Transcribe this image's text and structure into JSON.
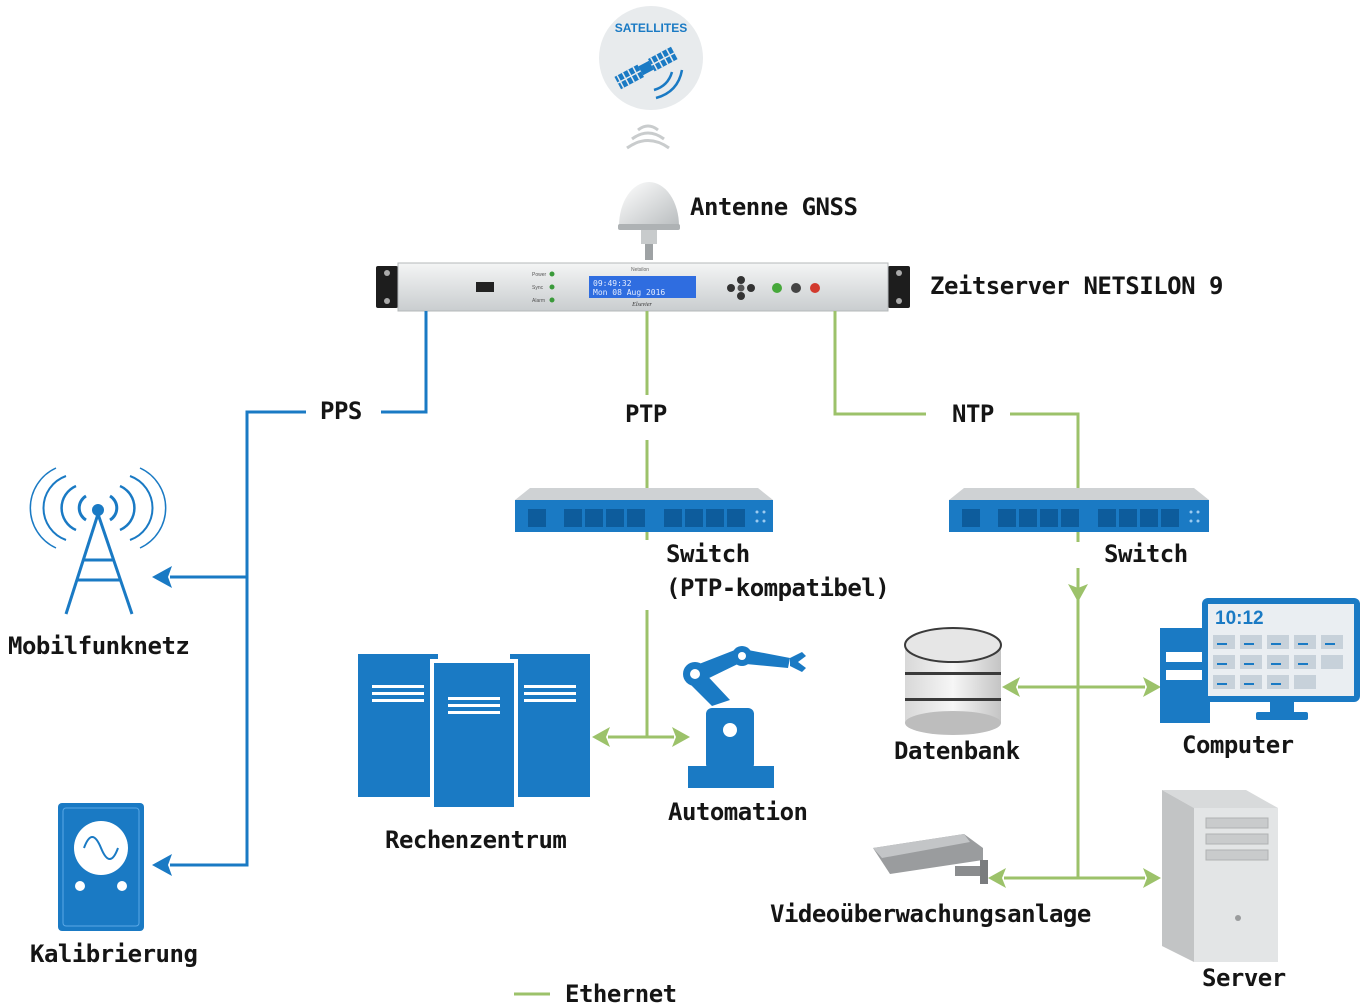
{
  "satellite": {
    "badge": "SATELLITES"
  },
  "antenna": {
    "label": "Antenne GNSS"
  },
  "server": {
    "label": "Zeitserver NETSILON 9",
    "brand_small": "Netsilon",
    "lcd_line1": "09:49:32",
    "lcd_line2": "Mon 08 Aug 2016",
    "maker": "Elsevier",
    "leds": [
      "Power",
      "Sync",
      "Alarm"
    ]
  },
  "protocols": {
    "pps": "PPS",
    "ptp": "PTP",
    "ntp": "NTP"
  },
  "switches": {
    "ptp_switch_line1": "Switch",
    "ptp_switch_line2": "(PTP-kompatibel)",
    "ntp_switch": "Switch"
  },
  "devices": {
    "mobile": "Mobilfunknetz",
    "calibration": "Kalibrierung",
    "datacenter": "Rechenzentrum",
    "automation": "Automation",
    "database": "Datenbank",
    "computer": "Computer",
    "computer_clock": "10:12",
    "video": "Videoüberwachungsanlage",
    "server": "Server"
  },
  "legend": {
    "ethernet": "Ethernet"
  },
  "colors": {
    "blue": "#1a7ac4",
    "green": "#9cc26a",
    "gray": "#cfd2d4"
  }
}
